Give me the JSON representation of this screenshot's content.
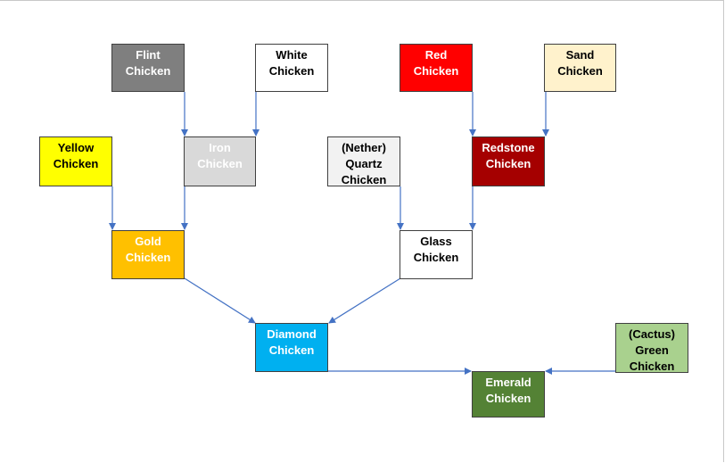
{
  "colors": {
    "edge": "#4472c4",
    "border": "#404040"
  },
  "nodes": {
    "flint": {
      "label": "Flint\nChicken",
      "fill": "#7f7f7f"
    },
    "white": {
      "label": "White\nChicken",
      "fill": "#ffffff"
    },
    "red": {
      "label": "Red\nChicken",
      "fill": "#ff0000"
    },
    "sand": {
      "label": "Sand\nChicken",
      "fill": "#fff2cc"
    },
    "yellow": {
      "label": "Yellow\nChicken",
      "fill": "#ffff00"
    },
    "iron": {
      "label": "Iron\nChicken",
      "fill": "#d9d9d9"
    },
    "quartz": {
      "label": "(Nether)\nQuartz\nChicken",
      "fill": "#f2f2f2"
    },
    "redstone": {
      "label": "Redstone\nChicken",
      "fill": "#a50000"
    },
    "gold": {
      "label": "Gold\nChicken",
      "fill": "#ffc000"
    },
    "glass": {
      "label": "Glass\nChicken",
      "fill": "#ffffff"
    },
    "diamond": {
      "label": "Diamond\nChicken",
      "fill": "#00b0f0"
    },
    "cactus": {
      "label": "(Cactus)\nGreen\nChicken",
      "fill": "#a9d18e"
    },
    "emerald": {
      "label": "Emerald\nChicken",
      "fill": "#548235"
    }
  },
  "edges": [
    {
      "from": "flint",
      "to": "iron"
    },
    {
      "from": "white",
      "to": "iron"
    },
    {
      "from": "red",
      "to": "redstone"
    },
    {
      "from": "sand",
      "to": "redstone"
    },
    {
      "from": "yellow",
      "to": "gold"
    },
    {
      "from": "iron",
      "to": "gold"
    },
    {
      "from": "quartz",
      "to": "glass"
    },
    {
      "from": "redstone",
      "to": "glass"
    },
    {
      "from": "gold",
      "to": "diamond"
    },
    {
      "from": "glass",
      "to": "diamond"
    },
    {
      "from": "diamond",
      "to": "emerald"
    },
    {
      "from": "cactus",
      "to": "emerald"
    }
  ]
}
